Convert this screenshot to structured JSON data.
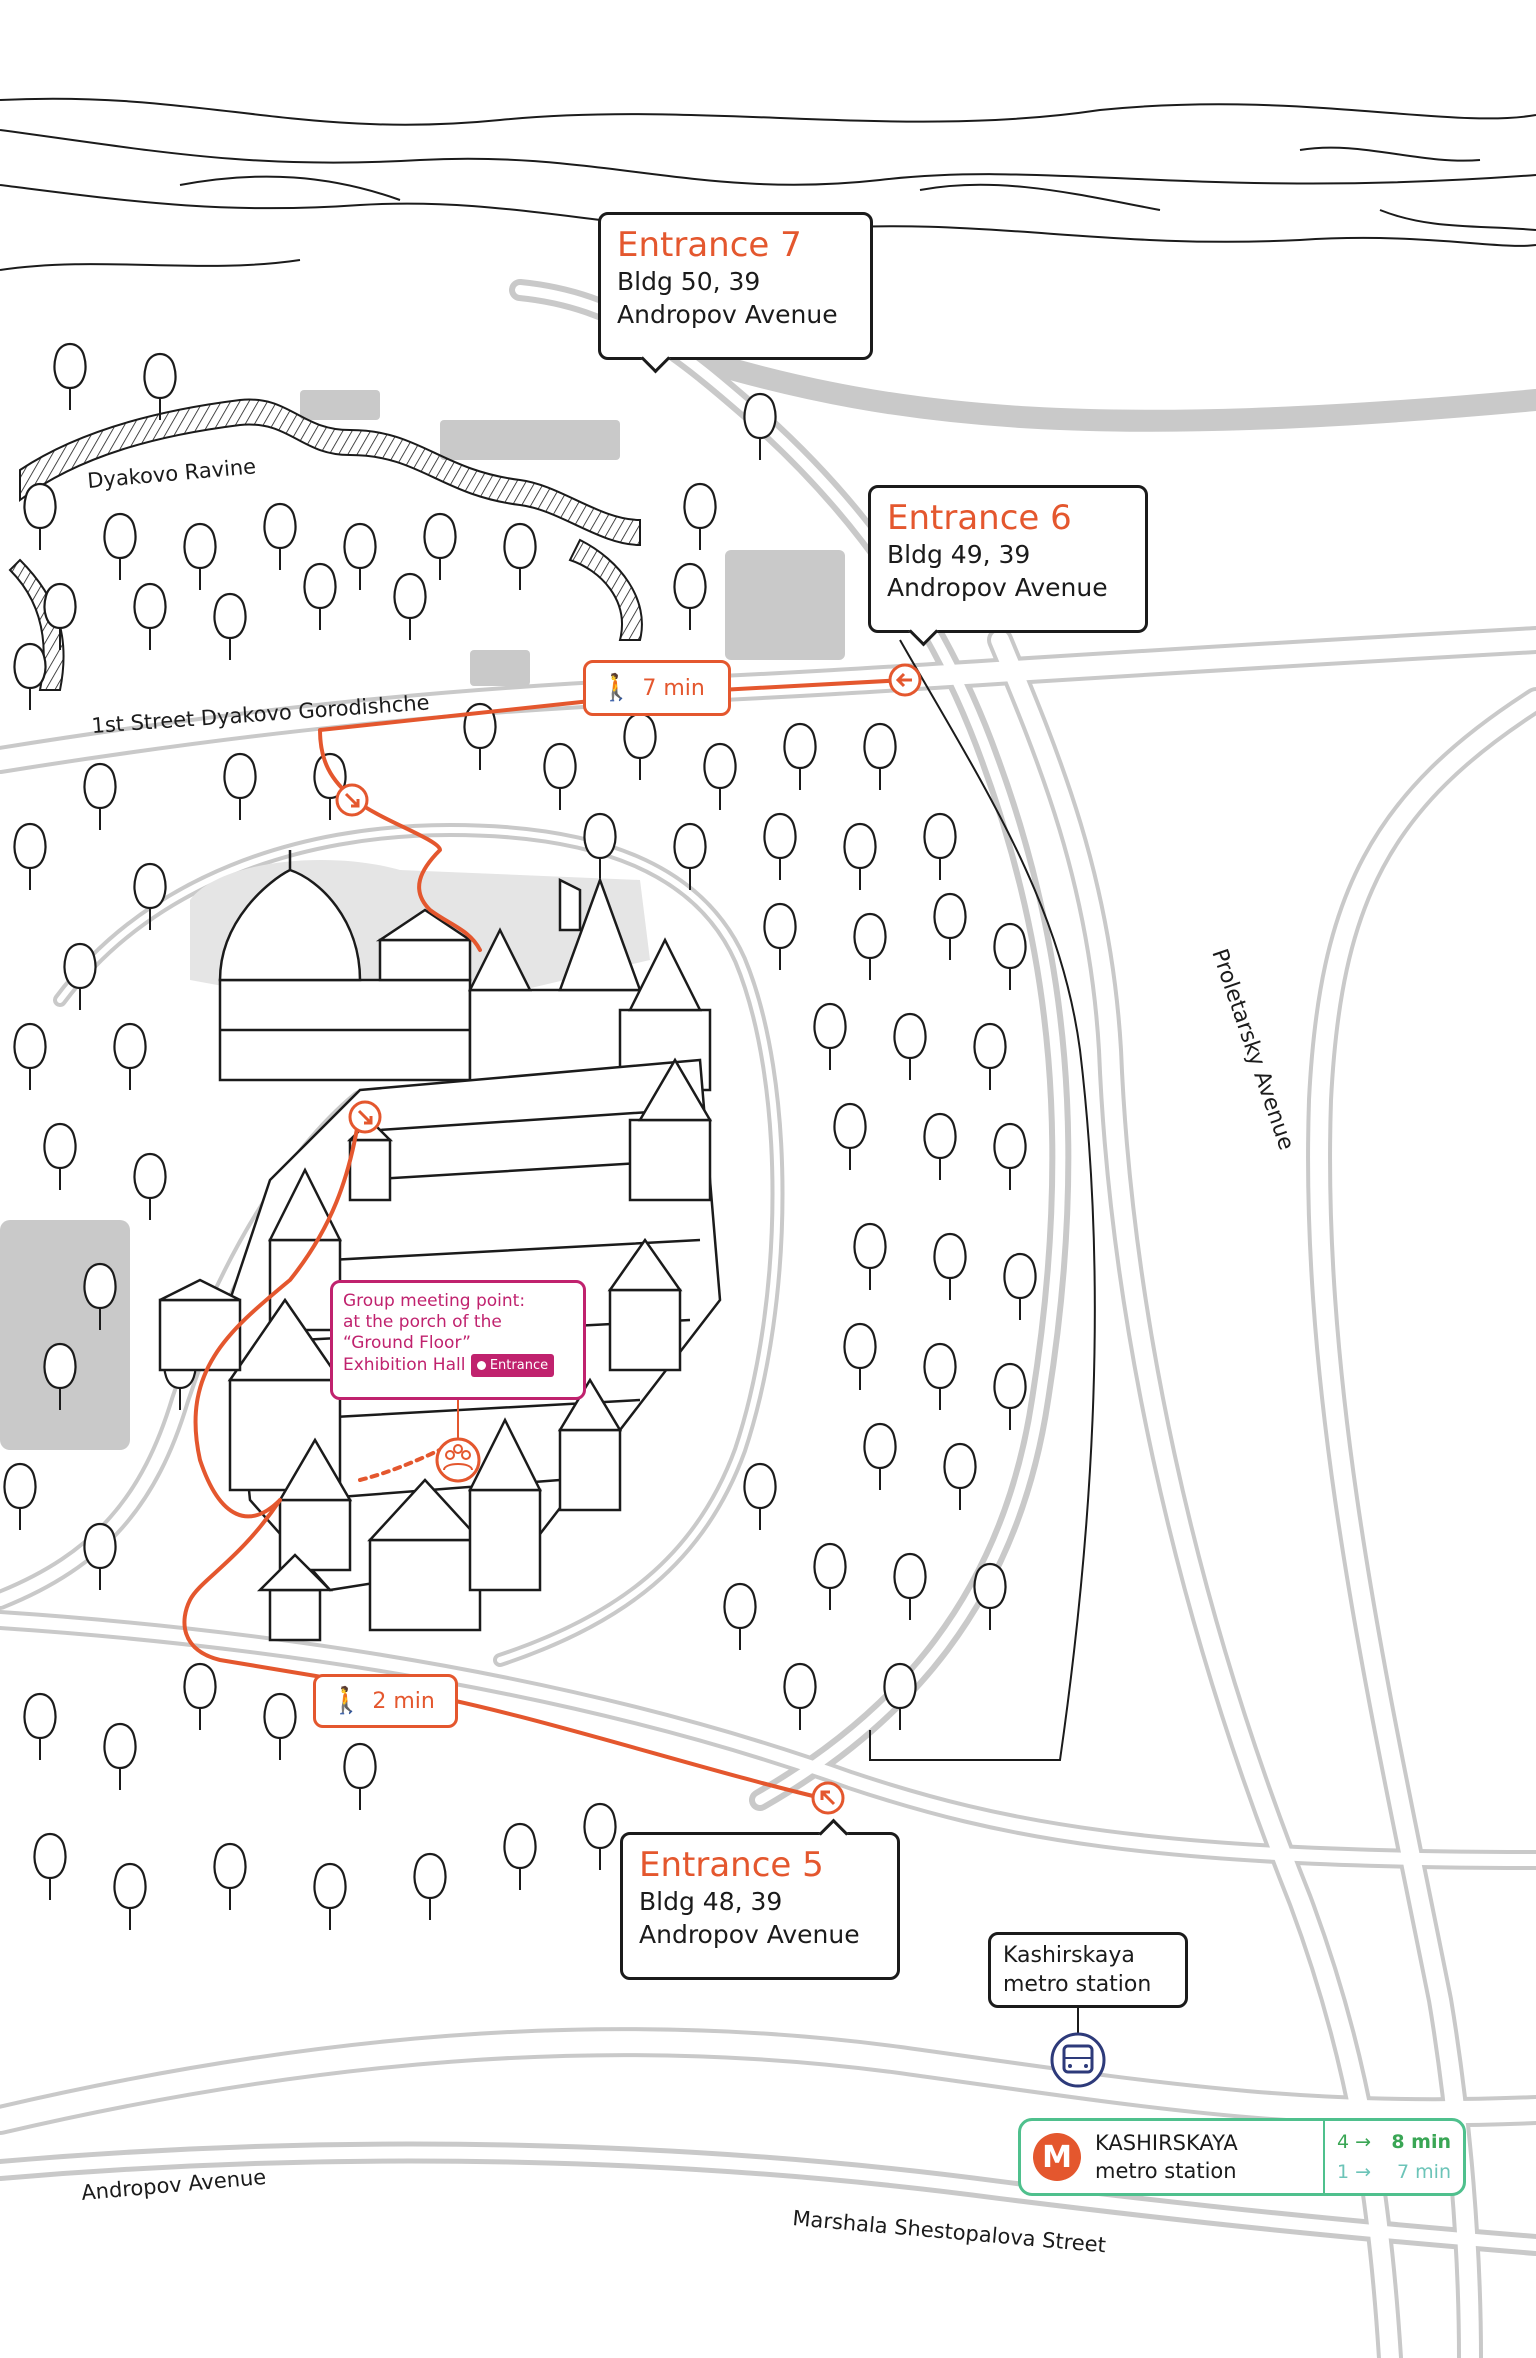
{
  "map": {
    "streets": {
      "ravine": "Dyakovo Ravine",
      "gorodishche": "1st Street Dyakovo Gorodishche",
      "proletarsky": "Proletarsky Avenue",
      "andropov": "Andropov Avenue",
      "shestopalova": "Marshala Shestopalova Street"
    },
    "entrances": [
      {
        "title": "Entrance 7",
        "line1": "Bldg 50, 39",
        "line2": "Andropov Avenue"
      },
      {
        "title": "Entrance 6",
        "line1": "Bldg 49, 39",
        "line2": "Andropov Avenue"
      },
      {
        "title": "Entrance 5",
        "line1": "Bldg 48, 39",
        "line2": "Andropov Avenue"
      }
    ],
    "walks": [
      {
        "label": "7 min"
      },
      {
        "label": "2 min"
      }
    ],
    "meeting_point": {
      "line1": "Group meeting point:",
      "line2": "at the porch of the",
      "line3": "“Ground Floor”",
      "line4": "Exhibition Hall",
      "badge": "Entrance"
    },
    "bus_stop": {
      "line1": "Kashirskaya",
      "line2": "metro station"
    },
    "metro": {
      "name": "KASHIRSKAYA",
      "sub": "metro station",
      "routes": [
        {
          "line": "4 →",
          "time": "8 min",
          "color": "#3aa655"
        },
        {
          "line": "1 →",
          "time": "7 min",
          "color": "#6cc4b8"
        }
      ],
      "logo": "М"
    },
    "colors": {
      "accent": "#e4572e",
      "meeting": "#c0226e",
      "metro_green": "#4fc08d",
      "metro_teal": "#6cc4b8",
      "bus": "#2d3a7a"
    }
  }
}
